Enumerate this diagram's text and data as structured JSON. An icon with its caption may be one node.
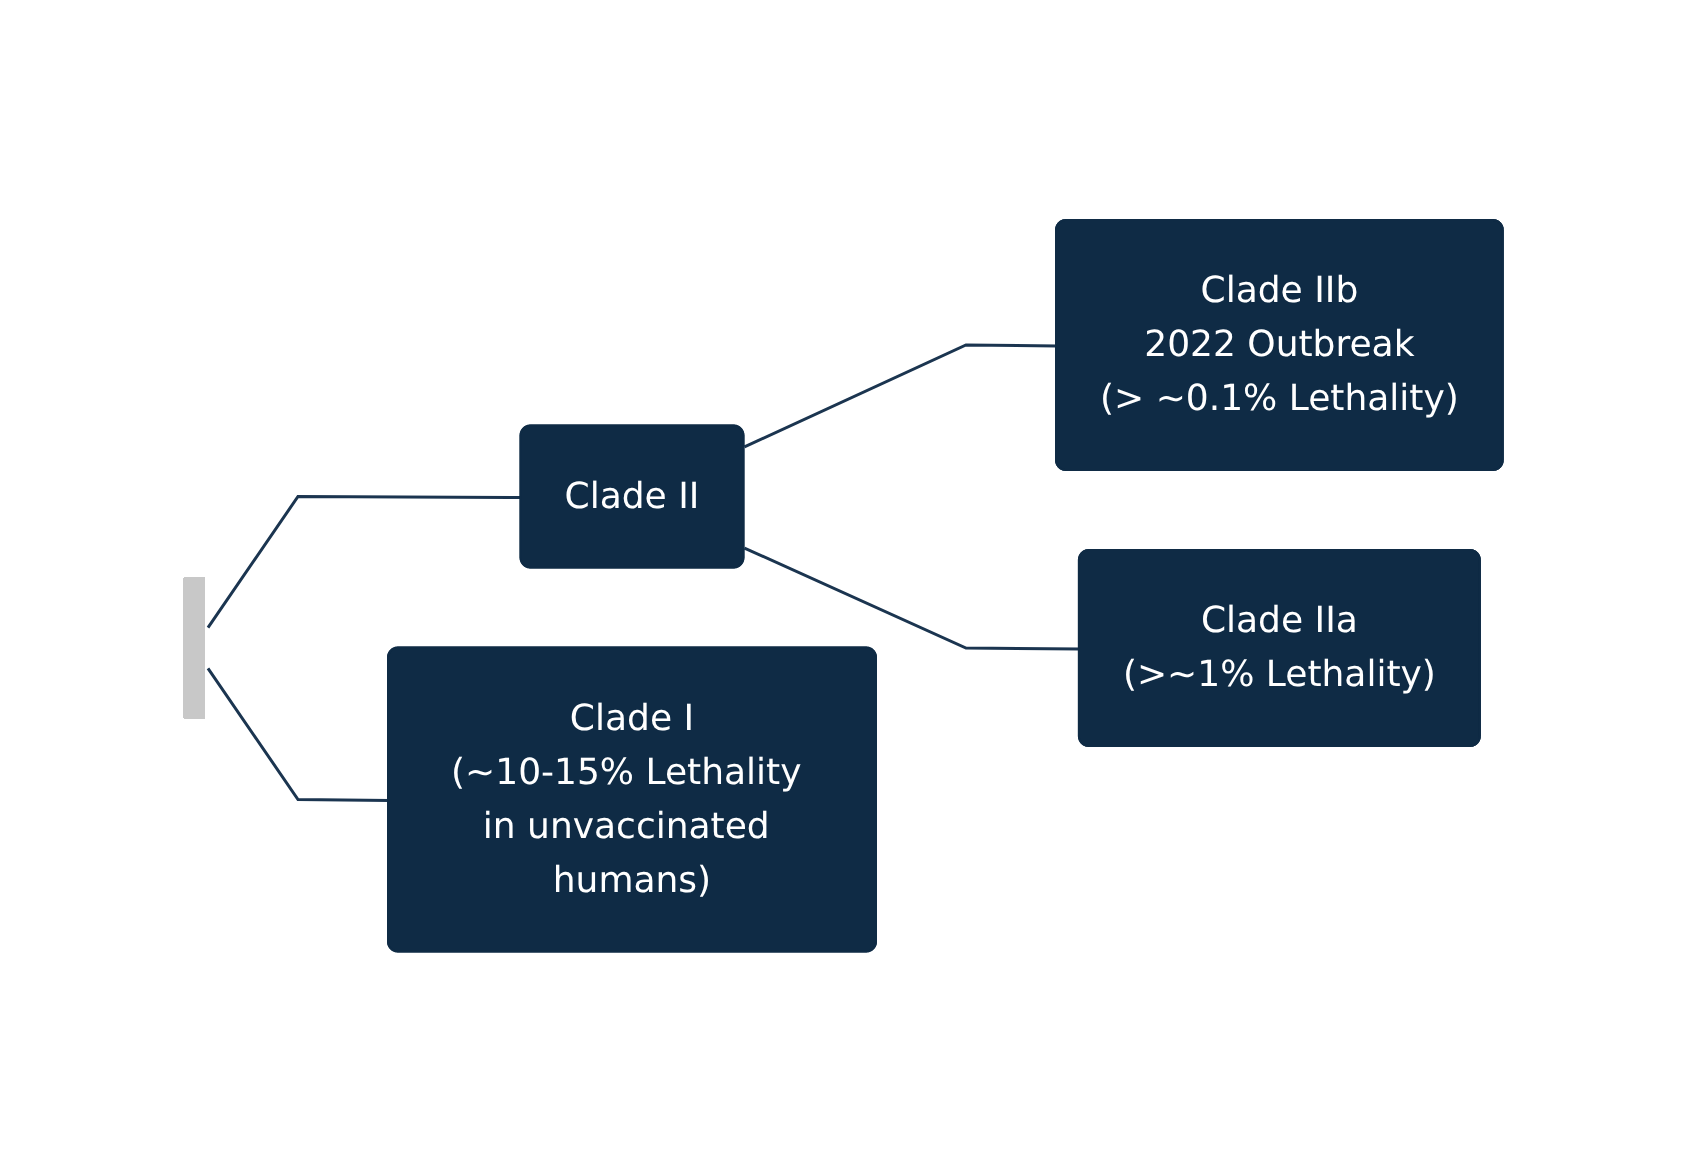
{
  "diagram": {
    "nodes": [
      {
        "text": [],
        "shape": "bar"
      },
      {
        "text": [
          "Clade II"
        ]
      },
      {
        "text": [
          "Clade IIb",
          "2022 Outbreak",
          "(> ~0.1% Lethality)"
        ]
      },
      {
        "text": [
          "Clade IIa",
          "(>~1% Lethality)"
        ]
      },
      {
        "text": [
          "Clade I",
          "(~10-15% Lethality in unvaccinated humans)"
        ]
      }
    ],
    "edges": [
      {
        "from": 0,
        "to": 1,
        "arrow": "none"
      },
      {
        "from": 1,
        "to": 2,
        "arrow": "none"
      },
      {
        "from": 1,
        "to": 3,
        "arrow": "none"
      },
      {
        "from": 0,
        "to": 4,
        "arrow": "none"
      }
    ]
  }
}
